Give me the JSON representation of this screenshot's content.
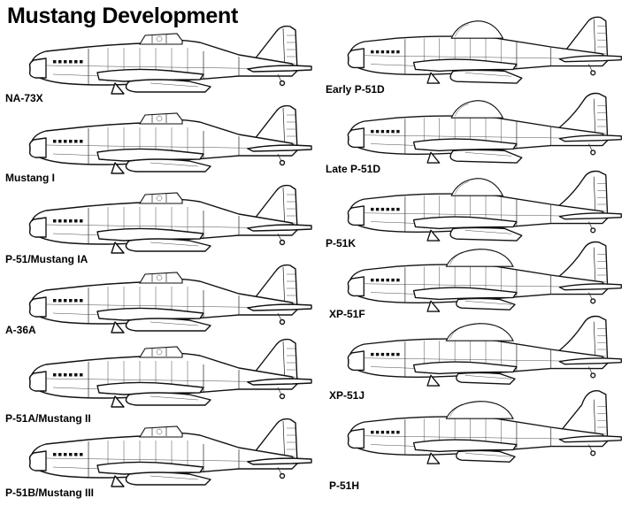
{
  "title": "Mustang Development",
  "variants": [
    {
      "label": "NA-73X",
      "canopy": "razorback",
      "scoop": "long",
      "tail": "small"
    },
    {
      "label": "Mustang I",
      "canopy": "razorback",
      "scoop": "long",
      "tail": "small"
    },
    {
      "label": "P-51/Mustang IA",
      "canopy": "razorback",
      "scoop": "long",
      "tail": "small"
    },
    {
      "label": "A-36A",
      "canopy": "razorback",
      "scoop": "long",
      "tail": "small"
    },
    {
      "label": "P-51A/Mustang II",
      "canopy": "razorback",
      "scoop": "long",
      "tail": "small"
    },
    {
      "label": "P-51B/Mustang III",
      "canopy": "razorback",
      "scoop": "long",
      "tail": "small"
    },
    {
      "label": "Early P-51D",
      "canopy": "bubble",
      "scoop": "deep",
      "tail": "small"
    },
    {
      "label": "Late P-51D",
      "canopy": "bubble",
      "scoop": "deep",
      "tail": "fillet"
    },
    {
      "label": "P-51K",
      "canopy": "bubble",
      "scoop": "deep",
      "tail": "fillet"
    },
    {
      "label": "XP-51F",
      "canopy": "long-bubble",
      "scoop": "short",
      "tail": "fillet"
    },
    {
      "label": "XP-51J",
      "canopy": "long-bubble",
      "scoop": "short",
      "tail": "fillet"
    },
    {
      "label": "P-51H",
      "canopy": "long-bubble",
      "scoop": "short",
      "tail": "tall"
    }
  ]
}
